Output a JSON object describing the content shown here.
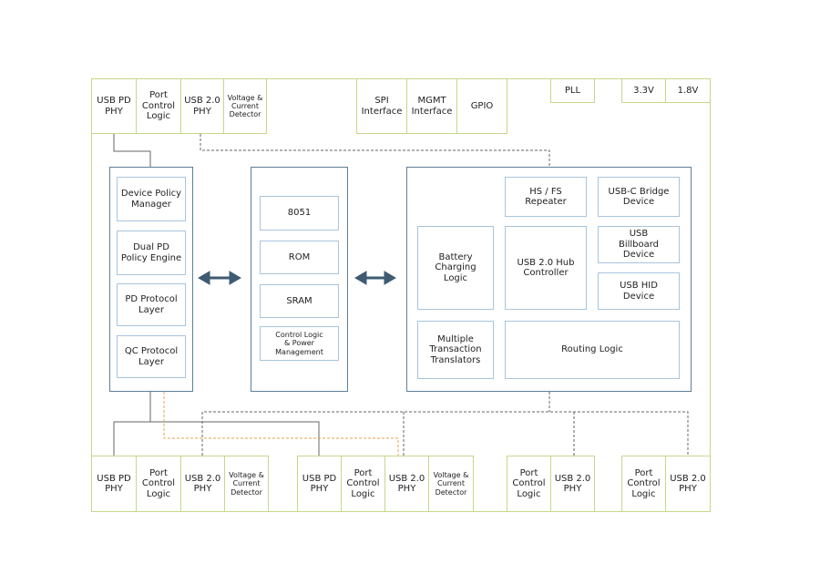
{
  "top_row": {
    "usb_pd_phy": "USB PD\nPHY",
    "port_control_logic": "Port\nControl\nLogic",
    "usb20_phy": "USB 2.0\nPHY",
    "voltage_detector": "Voltage &\nCurrent\nDetector",
    "spi_interface": "SPI\nInterface",
    "mgmt_interface": "MGMT\nInterface",
    "gpio": "GPIO",
    "pll": "PLL",
    "v33": "3.3V",
    "v18": "1.8V"
  },
  "left_panel": {
    "items": [
      "Device Policy\nManager",
      "Dual PD\nPolicy Engine",
      "PD Protocol\nLayer",
      "QC Protocol\nLayer"
    ]
  },
  "middle_panel": {
    "items": [
      "8051",
      "ROM",
      "SRAM",
      "Control Logic\n& Power\nManagement"
    ]
  },
  "right_panel": {
    "hs_fs_repeater": "HS / FS\nRepeater",
    "usbc_bridge": "USB-C Bridge\nDevice",
    "battery_charging": "Battery\nCharging\nLogic",
    "hub_controller": "USB 2.0 Hub\nController",
    "billboard": "USB\nBillboard\nDevice",
    "hid": "USB HID\nDevice",
    "mtt": "Multiple\nTransaction\nTranslators",
    "routing": "Routing Logic"
  },
  "bottom_row": {
    "group1": [
      "USB PD\nPHY",
      "Port\nControl\nLogic",
      "USB 2.0\nPHY",
      "Voltage &\nCurrent\nDetector"
    ],
    "group2": [
      "USB PD\nPHY",
      "Port\nControl\nLogic",
      "USB 2.0\nPHY",
      "Voltage &\nCurrent\nDetector"
    ],
    "group3": [
      "Port\nControl\nLogic",
      "USB 2.0\nPHY"
    ],
    "group4": [
      "Port\nControl\nLogic",
      "USB 2.0\nPHY"
    ]
  },
  "colors": {
    "outline_yellow": "#c5d88a",
    "inner_blue": "#a9c4dd",
    "panel_border": "#5d7f97",
    "dashed_line": "#666666",
    "orange_dashed": "#e8a050",
    "arrow": "#3f5b72"
  }
}
